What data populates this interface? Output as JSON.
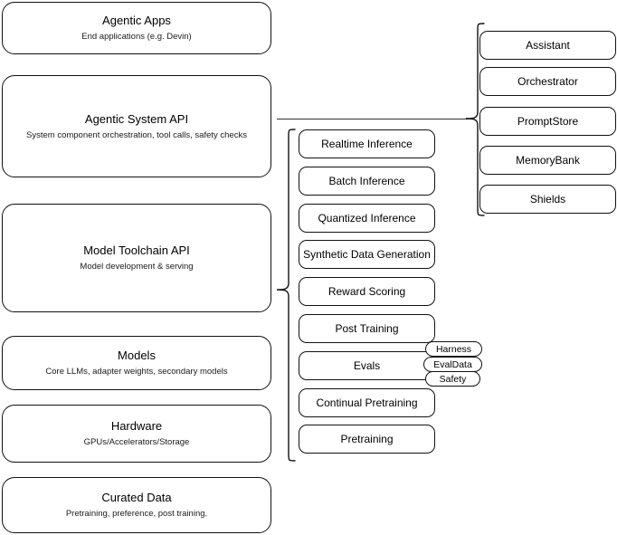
{
  "diagram": {
    "title": "AI stack layers diagram",
    "stroke_color": "#111111",
    "background_color": "#ffffff",
    "stack_layers": [
      {
        "name": "agentic-apps",
        "title": "Agentic Apps",
        "subtitle": "End applications (e.g. Devin)"
      },
      {
        "name": "agentic-system-api",
        "title": "Agentic System API",
        "subtitle": "System component orchestration, tool calls, safety checks"
      },
      {
        "name": "model-toolchain-api",
        "title": "Model Toolchain API",
        "subtitle": "Model development & serving"
      },
      {
        "name": "models",
        "title": "Models",
        "subtitle": "Core LLMs, adapter weights, secondary models"
      },
      {
        "name": "hardware",
        "title": "Hardware",
        "subtitle": "GPUs/Accelerators/Storage"
      },
      {
        "name": "curated-data",
        "title": "Curated Data",
        "subtitle": "Pretraining, preference, post training."
      }
    ],
    "toolchain_capabilities": [
      {
        "name": "realtime-inference",
        "title": "Realtime Inference"
      },
      {
        "name": "batch-inference",
        "title": "Batch Inference"
      },
      {
        "name": "quantized-inference",
        "title": "Quantized Inference"
      },
      {
        "name": "synthetic-data-generation",
        "title": "Synthetic Data Generation"
      },
      {
        "name": "reward-scoring",
        "title": "Reward Scoring"
      },
      {
        "name": "post-training",
        "title": "Post Training"
      },
      {
        "name": "evals",
        "title": "Evals"
      },
      {
        "name": "continual-pretraining",
        "title": "Continual Pretraining"
      },
      {
        "name": "pretraining",
        "title": "Pretraining"
      }
    ],
    "evals_chips": [
      {
        "name": "harness",
        "title": "Harness"
      },
      {
        "name": "evaldata",
        "title": "EvalData"
      },
      {
        "name": "safety",
        "title": "Safety"
      }
    ],
    "agentic_components": [
      {
        "name": "assistant",
        "title": "Assistant"
      },
      {
        "name": "orchestrator",
        "title": "Orchestrator"
      },
      {
        "name": "promptstore",
        "title": "PromptStore"
      },
      {
        "name": "memorybank",
        "title": "MemoryBank"
      },
      {
        "name": "shields",
        "title": "Shields"
      }
    ]
  }
}
